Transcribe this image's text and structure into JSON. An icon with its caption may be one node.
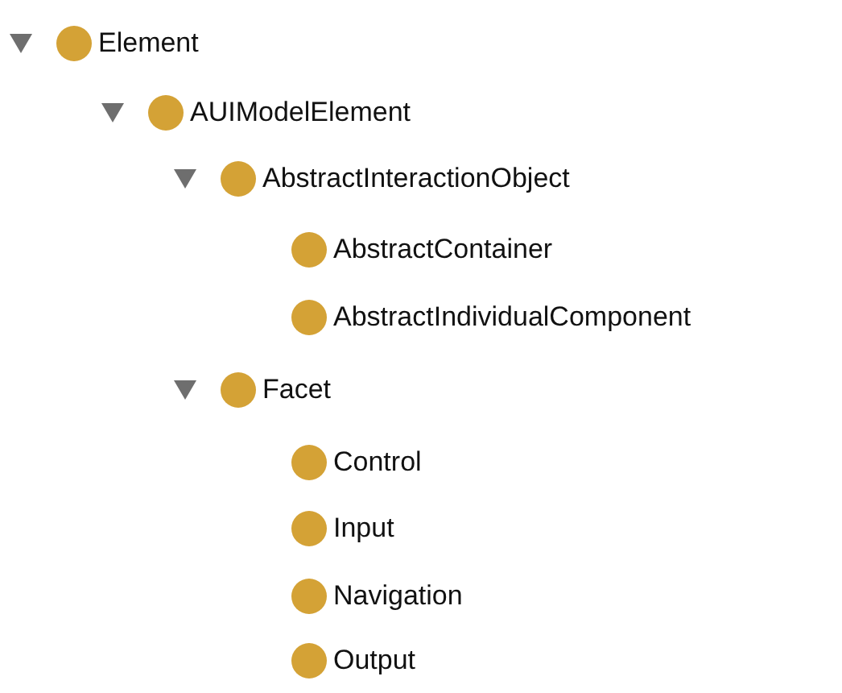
{
  "diagram": {
    "nodes": [
      {
        "text": [
          "Element"
        ]
      },
      {
        "text": [
          "AUIModelElement"
        ]
      },
      {
        "text": [
          "AbstractInteractionObject"
        ]
      },
      {
        "text": [
          "AbstractContainer"
        ]
      },
      {
        "text": [
          "AbstractIndividualComponent"
        ]
      },
      {
        "text": [
          "Facet"
        ]
      },
      {
        "text": [
          "Control"
        ]
      },
      {
        "text": [
          "Input"
        ]
      },
      {
        "text": [
          "Navigation"
        ]
      },
      {
        "text": [
          "Output"
        ]
      }
    ]
  }
}
